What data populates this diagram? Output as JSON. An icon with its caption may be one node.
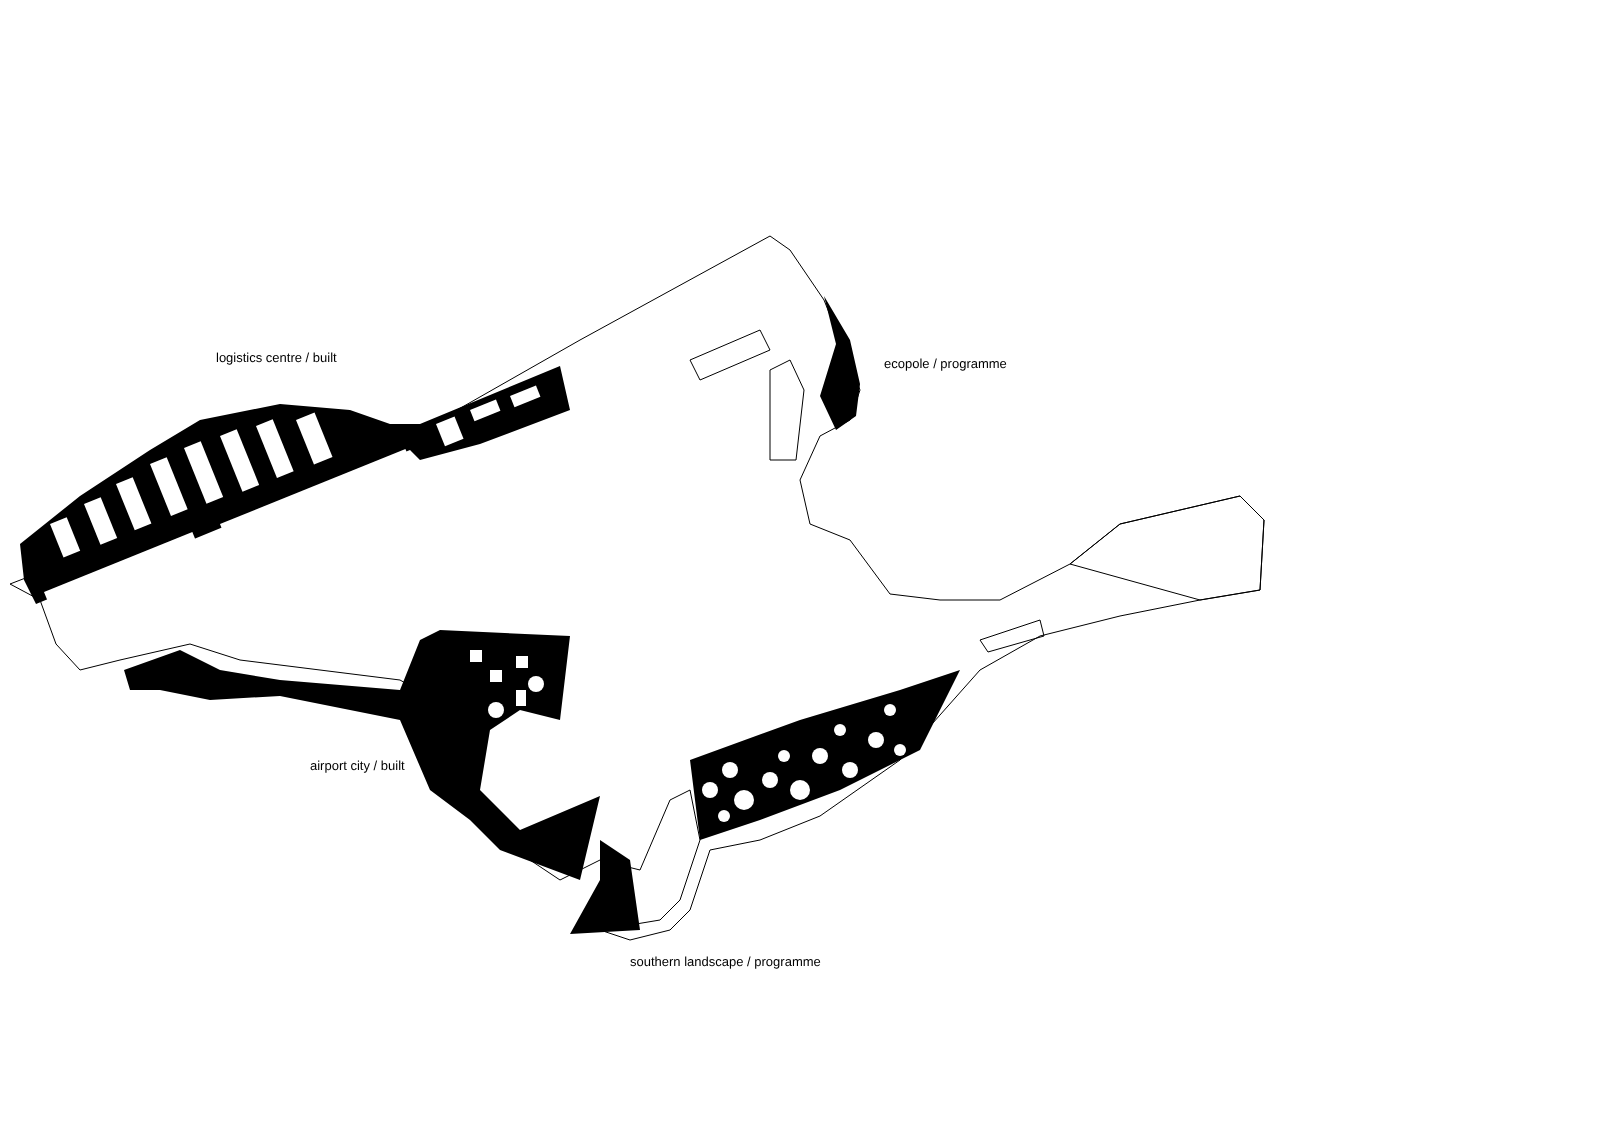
{
  "diagram": {
    "labels": [
      "logistics centre / built",
      "ecopole / programme",
      "airport city / built",
      "southern landscape / programme"
    ]
  }
}
